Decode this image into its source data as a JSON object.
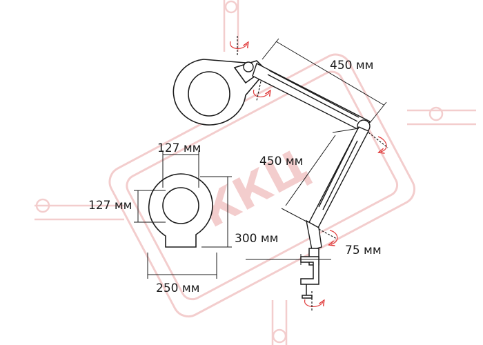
{
  "watermark": {
    "text": "ККЦ",
    "color": "#f2c8c8"
  },
  "colors": {
    "line": "#1a1a1a",
    "rotation_arrow": "#e03a3a",
    "fill": "#ffffff"
  },
  "dimensions": {
    "upper_arm": "450 мм",
    "lower_arm": "450 мм",
    "head_width": "127 мм",
    "head_height": "127 мм",
    "head_depth": "300 мм",
    "base_width": "250 мм",
    "clamp_offset": "75 мм"
  }
}
